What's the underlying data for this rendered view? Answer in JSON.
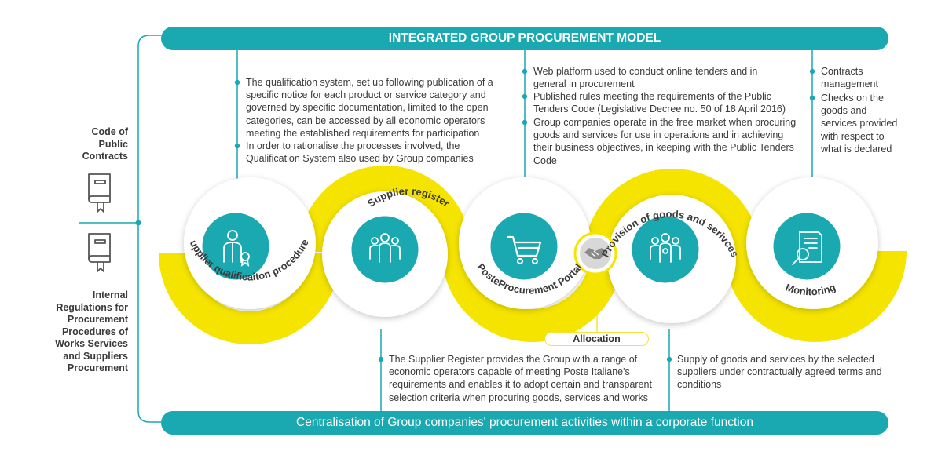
{
  "header": {
    "title": "INTEGRATED GROUP PROCUREMENT MODEL"
  },
  "footer": {
    "text": "Centralisation of Group companies' procurement activities within a corporate function"
  },
  "sidebar": {
    "code_label": "Code of\nPublic\nContracts",
    "regulations_label": "Internal\nRegulations for\nProcurement\nProcedures of\nWorks Services\nand Suppliers\nProcurement"
  },
  "stages": [
    {
      "label": "Supplier qualificaiton procedures",
      "icon": "certified-person-icon"
    },
    {
      "label": "Supplier register",
      "icon": "group-people-icon"
    },
    {
      "label": "PosteProcurement Portal",
      "icon": "shopping-cart-icon"
    },
    {
      "label": "Provision of goods and serivces",
      "icon": "team-award-icon"
    },
    {
      "label": "Monitoring",
      "icon": "document-magnifier-icon"
    }
  ],
  "allocation": {
    "label": "Allocation",
    "icon": "handshake-icon"
  },
  "notes": {
    "qualification": [
      "The qualification system, set up following publication of a specific notice for each product or service category and governed by specific documentation, limited to the open categories, can be accessed by all economic operators meeting the established requirements for participation",
      "In order to rationalise the processes involved, the Qualification System also used by Group companies"
    ],
    "portal": [
      "Web platform used to conduct online tenders and in general in procurement",
      "Published rules meeting the requirements of the Public Tenders Code (Legislative Decree no. 50 of 18 April 2016)",
      "Group companies operate in the free market when procuring goods and services for use in operations and in achieving their business objectives, in keeping with the Public Tenders Code"
    ],
    "monitoring": [
      "Contracts management",
      "Checks on the goods and services provided with respect to what is declared"
    ],
    "register": [
      "The Supplier Register provides the Group with a range of economic operators capable of meeting Poste Italiane's requirements and enables it to adopt certain and transparent selection criteria when procuring goods, services and works"
    ],
    "provision": [
      "Supply of goods and services by the selected suppliers under contractually agreed terms and conditions"
    ]
  },
  "colors": {
    "teal": "#1aa8b1",
    "yellow": "#f5e400",
    "text": "#3a3a3a",
    "line": "#1aa8b1"
  }
}
